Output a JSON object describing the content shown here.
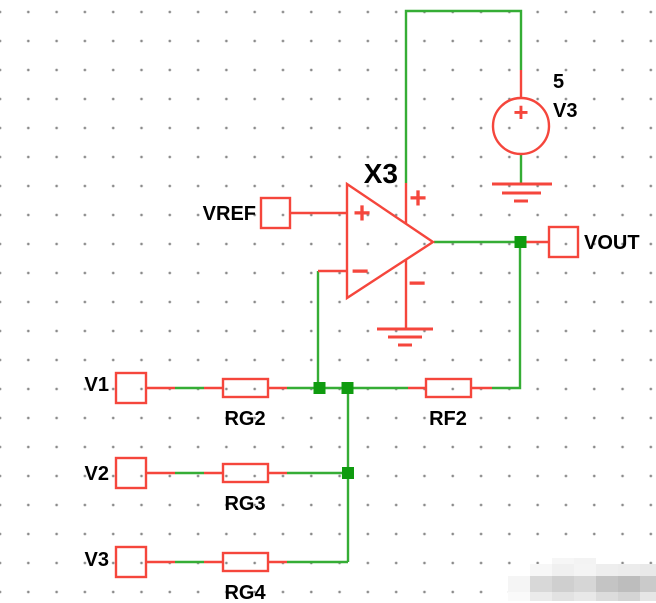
{
  "schematic": {
    "opamp": {
      "ref": "X3",
      "noninverting_input_symbol": "+",
      "inverting_input_symbol": "−",
      "positive_supply_symbol": "+",
      "negative_supply_symbol": "−"
    },
    "voltage_source": {
      "ref": "V3",
      "value": "5",
      "polarity_symbol": "+"
    },
    "ports": {
      "vref": "VREF",
      "vout": "VOUT",
      "v1": "V1",
      "v2": "V2",
      "v3": "V3"
    },
    "resistors": {
      "rg2": "RG2",
      "rg3": "RG3",
      "rg4": "RG4",
      "rf2": "RF2"
    },
    "colors": {
      "component_red": "#f5463c",
      "wire_green": "#35ad35",
      "junction_green": "#0f9b0f",
      "label_black": "#000000",
      "grid_dot": "#8a8a8a"
    }
  }
}
